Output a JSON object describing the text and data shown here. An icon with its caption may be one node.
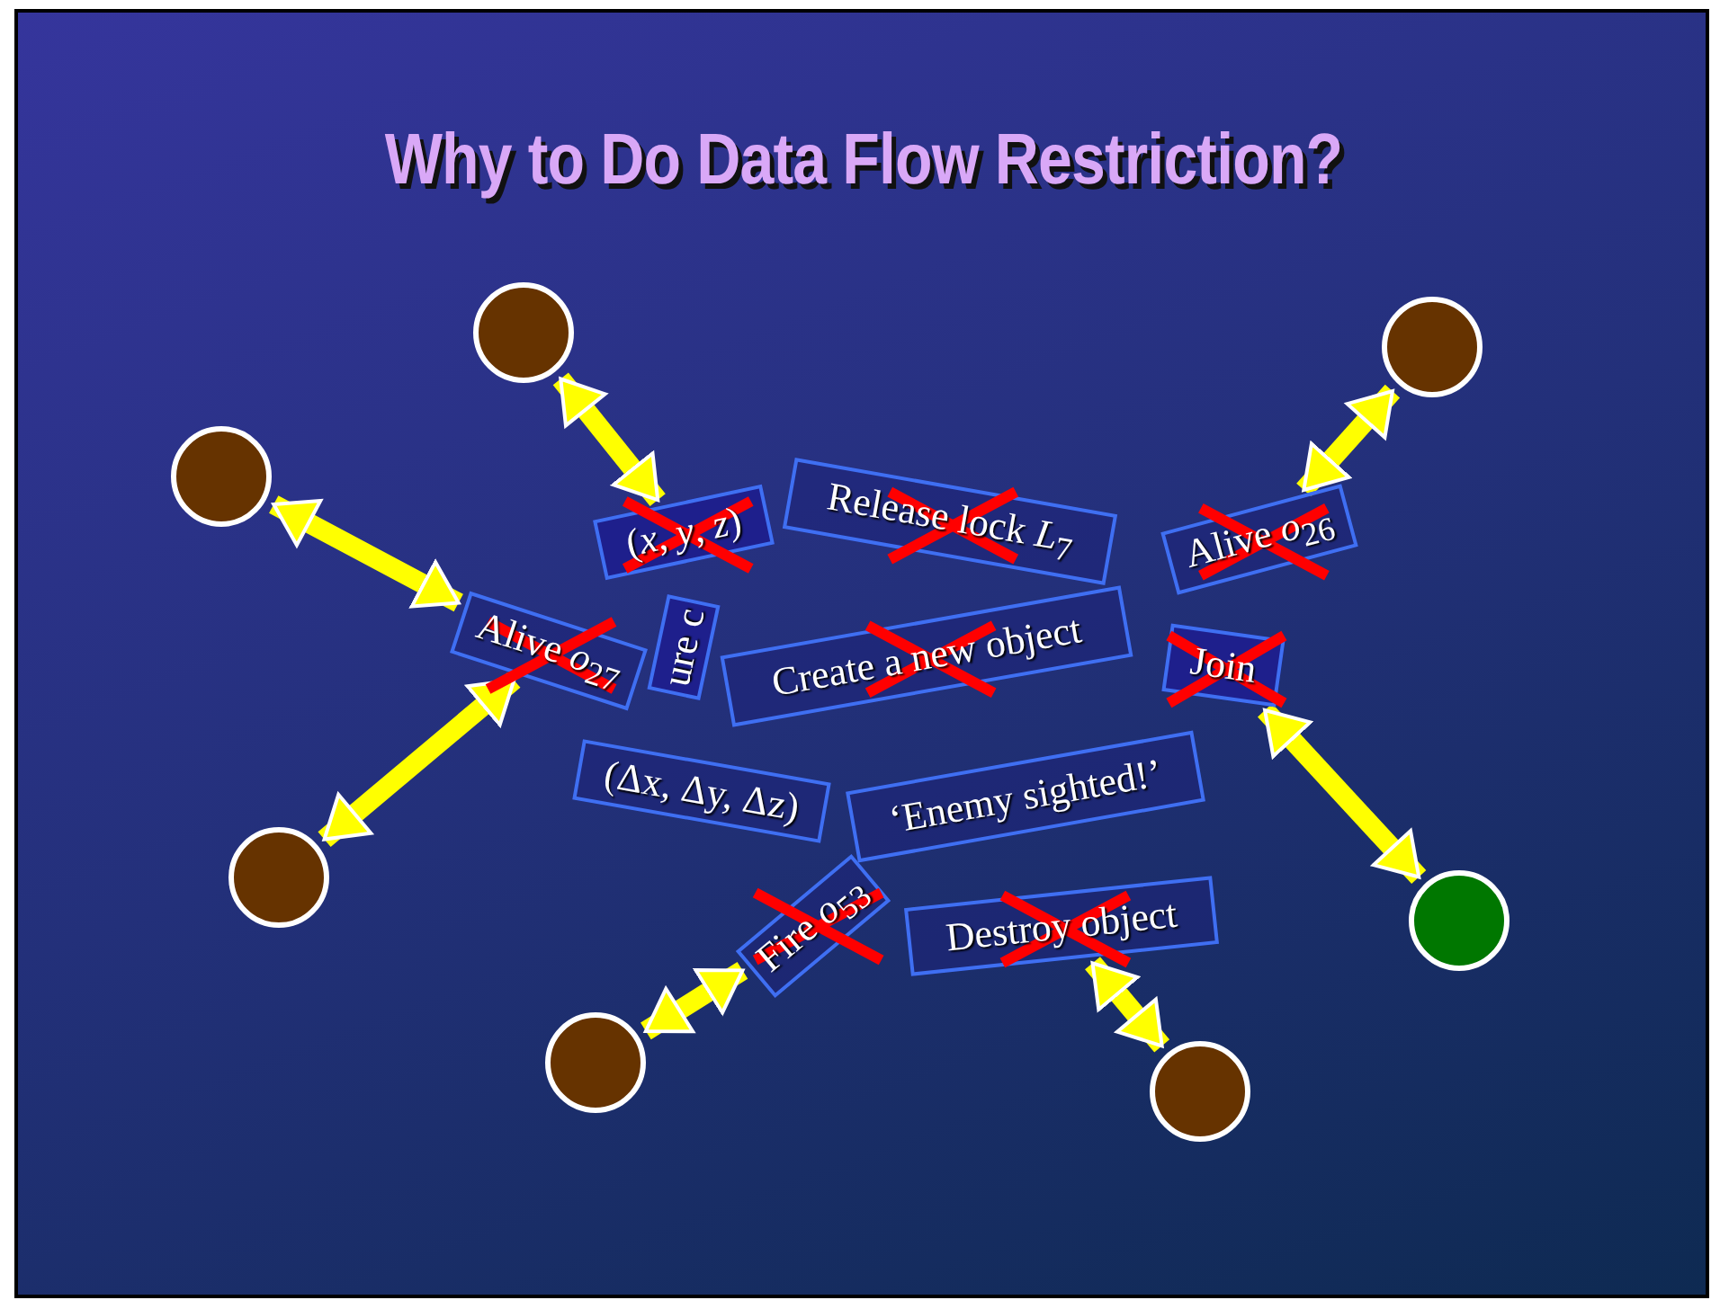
{
  "diagram": {
    "title": "Why to Do Data Flow Restriction?",
    "nodes": [
      {
        "text": [],
        "shape": "circle"
      },
      {
        "text": [],
        "shape": "circle"
      },
      {
        "text": [],
        "shape": "circle"
      },
      {
        "text": [],
        "shape": "circle"
      },
      {
        "text": [],
        "shape": "circle"
      },
      {
        "text": [],
        "shape": "circle"
      },
      {
        "text": [],
        "shape": "circle"
      },
      {
        "text": [
          "Alive *o*$_{27}$"
        ]
      },
      {
        "text": [
          "(*x*, *y*, *z*)"
        ]
      },
      {
        "text": [
          "Release lock *L*$_{7}$"
        ]
      },
      {
        "text": [
          "ure c"
        ]
      },
      {
        "text": [
          "Create a new object"
        ]
      },
      {
        "text": [
          "‘Enemy sighted!’"
        ]
      },
      {
        "text": [
          "Alive *o*$_{26}$"
        ]
      },
      {
        "text": [
          "(Δx, Δy, Δz)"
        ]
      },
      {
        "text": [
          "Fire *o*$_{53}$"
        ]
      },
      {
        "text": [
          "Join"
        ]
      },
      {
        "text": [
          "Destroy object"
        ]
      }
    ],
    "edges": [
      {
        "from": 0,
        "to": 8,
        "arrow": "both"
      },
      {
        "from": 1,
        "to": 7,
        "arrow": "both"
      },
      {
        "from": 2,
        "to": 7,
        "arrow": "both"
      },
      {
        "from": 3,
        "to": 15,
        "arrow": "both"
      },
      {
        "from": 4,
        "to": 17,
        "arrow": "both"
      },
      {
        "from": 6,
        "to": 16,
        "arrow": "both"
      },
      {
        "from": 5,
        "to": 13,
        "arrow": "both"
      }
    ]
  }
}
